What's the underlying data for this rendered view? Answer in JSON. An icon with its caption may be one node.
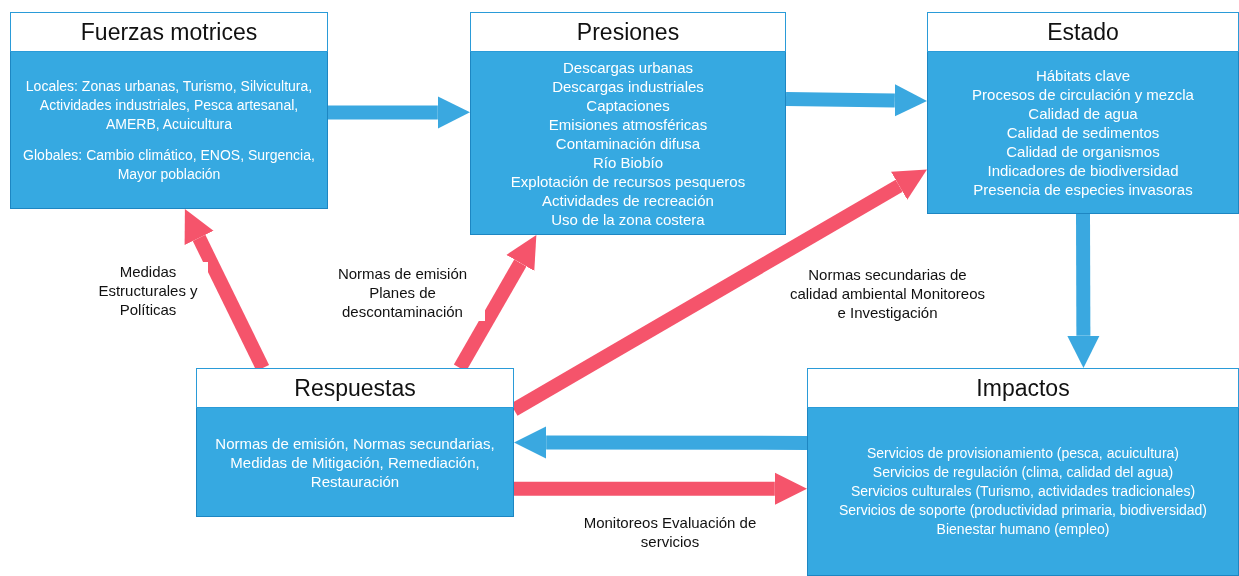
{
  "diagram": {
    "nodes": [
      {
        "text": [
          "Fuerzas motrices",
          "Locales: Zonas urbanas, Turismo, Silvicultura, Actividades industriales, Pesca artesanal, AMERB, Acuicultura",
          "Globales: Cambio climático, ENOS, Surgencia, Mayor población"
        ]
      },
      {
        "text": [
          "Presiones",
          "Descargas urbanas",
          "Descargas industriales",
          "Captaciones",
          "Emisiones atmosféricas",
          "Contaminación difusa",
          "Río Biobío",
          "Explotación de recursos pesqueros",
          "Actividades de recreación",
          "Uso de la zona costera"
        ]
      },
      {
        "text": [
          "Estado",
          "Hábitats clave",
          "Procesos de circulación y mezcla",
          "Calidad de agua",
          "Calidad de sedimentos",
          "Calidad de organismos",
          "Indicadores de biodiversidad",
          "Presencia de especies invasoras"
        ]
      },
      {
        "text": [
          "Respuestas",
          "Normas de emisión, Normas secundarias, Medidas de Mitigación, Remediación, Restauración"
        ]
      },
      {
        "text": [
          "Impactos",
          "Servicios de provisionamiento (pesca, acuicultura)",
          "Servicios de regulación (clima, calidad del agua)",
          "Servicios culturales (Turismo, actividades tradicionales)",
          "Servicios de soporte (productividad primaria, biodiversidad)",
          "Bienestar humano (empleo)"
        ]
      }
    ],
    "edges": [
      {
        "from": 0,
        "to": 1,
        "arrow": "to",
        "color": "#3aa8e0"
      },
      {
        "from": 1,
        "to": 2,
        "arrow": "to",
        "color": "#3aa8e0"
      },
      {
        "from": 2,
        "to": 4,
        "arrow": "to",
        "color": "#3aa8e0"
      },
      {
        "from": 3,
        "to": 0,
        "arrow": "to",
        "label": "Medidas Estructurales y Políticas",
        "color": "#f5546b"
      },
      {
        "from": 3,
        "to": 1,
        "arrow": "to",
        "label": "Normas de emisión Planes de descontaminación",
        "color": "#f5546b"
      },
      {
        "from": 3,
        "to": 2,
        "arrow": "to",
        "label": "Normas secundarias de calidad ambiental Monitoreos e Investigación",
        "color": "#f5546b"
      },
      {
        "from": 3,
        "to": 4,
        "arrow": "to",
        "label": "Monitoreos Evaluación de servicios",
        "color": "#f5546b"
      },
      {
        "from": 4,
        "to": 3,
        "arrow": "to",
        "color": "#3aa8e0"
      }
    ]
  }
}
